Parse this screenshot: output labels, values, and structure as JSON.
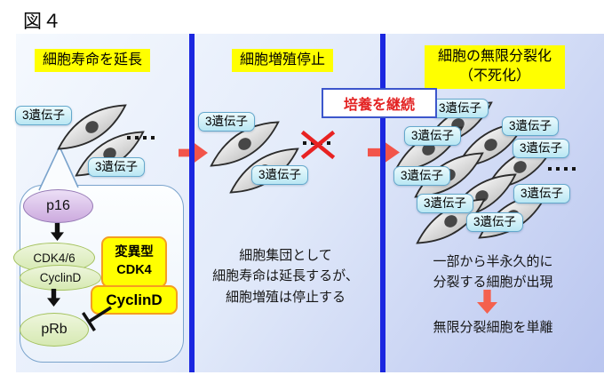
{
  "figure_title": "図４",
  "colors": {
    "divider_blue": "#1b27e0",
    "highlight_yellow": "#ffff00",
    "arrow_red": "#f2544a",
    "banner_border_blue": "#3c56cc",
    "banner_text_red": "#e32222",
    "gene_label_fill": "#bfe9f5",
    "p16_purple": "#d9c2ea",
    "pathway_green": "#ddecba",
    "mutant_box_border_orange": "#f59d20"
  },
  "panels": {
    "left": {
      "header": "細胞寿命を延長",
      "gene_label": "3遺伝子",
      "pathway": {
        "p16": "p16",
        "cdk46": "CDK4/6",
        "cyclin_d": "CyclinD",
        "mutant_line1": "変異型",
        "mutant_line2": "CDK4",
        "mutant_cyclin_d": "CyclinD",
        "prb": "pRb"
      }
    },
    "middle": {
      "header": "細胞増殖停止",
      "gene_label": "3遺伝子",
      "note_line1": "細胞集団として",
      "note_line2": "細胞寿命は延長するが、",
      "note_line3": "細胞増殖は停止する"
    },
    "right": {
      "header_line1": "細胞の無限分裂化",
      "header_line2": "（不死化）",
      "banner": "培養を継続",
      "gene_label": "3遺伝子",
      "note_line1": "一部から半永久的に",
      "note_line2": "分裂する細胞が出現",
      "isolate_note": "無限分裂細胞を単離"
    }
  }
}
